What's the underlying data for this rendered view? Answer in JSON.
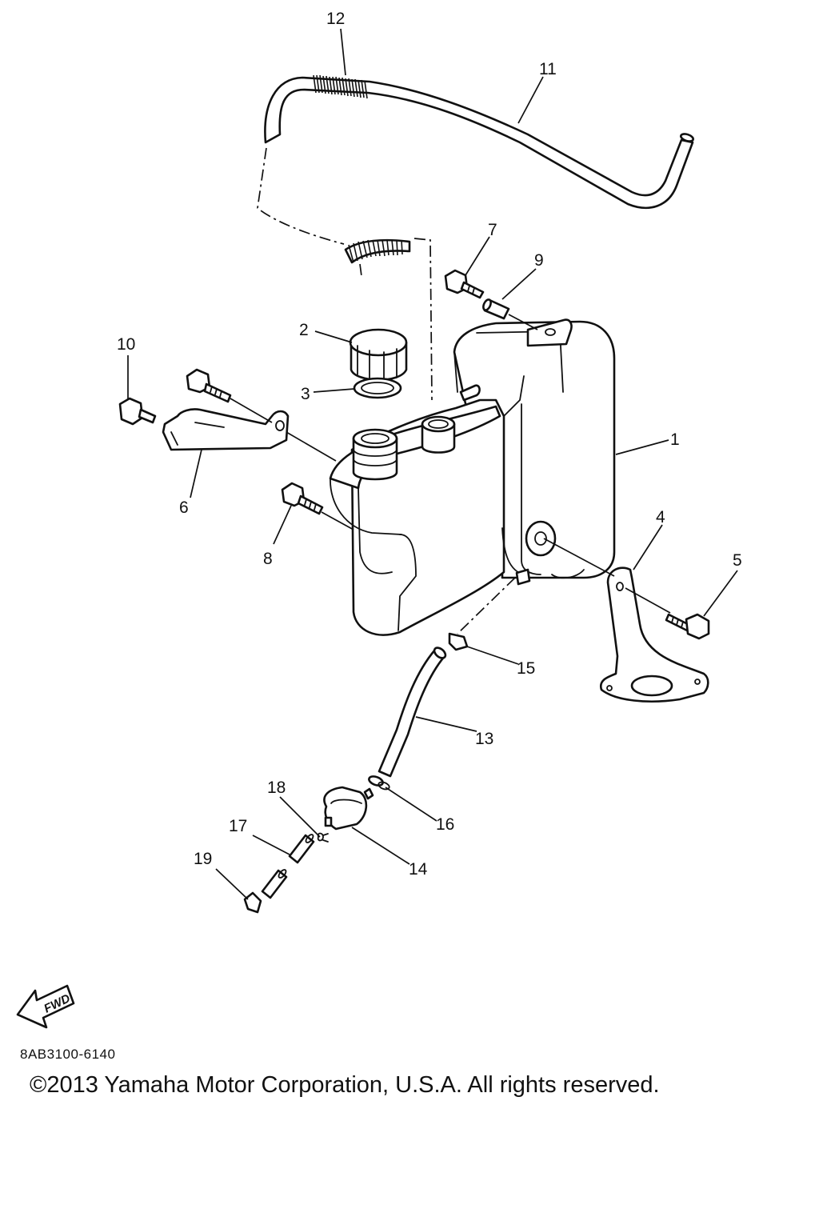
{
  "diagram": {
    "callouts": {
      "c1": "1",
      "c2": "2",
      "c3": "3",
      "c4": "4",
      "c5": "5",
      "c6": "6",
      "c7": "7",
      "c8": "8",
      "c9": "9",
      "c10": "10",
      "c11": "11",
      "c12": "12",
      "c13": "13",
      "c14": "14",
      "c15": "15",
      "c16": "16",
      "c17": "17",
      "c18": "18",
      "c19": "19"
    },
    "fwd_label": "FWD"
  },
  "footer": {
    "part_code": "8AB3100-6140",
    "copyright": "©2013 Yamaha Motor Corporation, U.S.A. All rights reserved."
  }
}
